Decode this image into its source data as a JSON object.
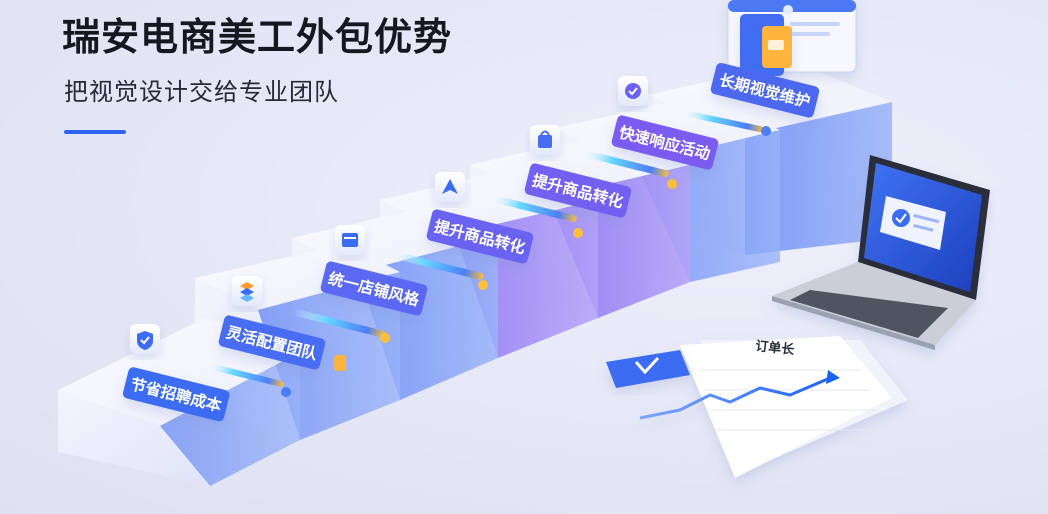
{
  "header": {
    "title": "瑞安电商美工外包优势",
    "subtitle": "把视觉设计交给专业团队"
  },
  "colors": {
    "accent": "#2e64f0",
    "label_blue": "#3a6cf2",
    "label_violet": "#7a5cf0",
    "cube_top": "#f4f5fd",
    "cube_front": "#dfe3f6",
    "chart_line": "#2f7cf6"
  },
  "steps": [
    {
      "label": "节省招聘成本",
      "icon": "shield-check-icon",
      "color": "#3a6cf2"
    },
    {
      "label": "灵活配置团队",
      "icon": "layers-icon",
      "color": "#4a6df2"
    },
    {
      "label": "统一店铺风格",
      "icon": "window-icon",
      "color": "#5a68f2"
    },
    {
      "label": "提升商品转化",
      "icon": "arrow-up-icon",
      "color": "#6a62f1"
    },
    {
      "label": "提升商品转化",
      "icon": "shopping-bag-icon",
      "color": "#735ef0"
    },
    {
      "label": "快速响应活动",
      "icon": "badge-check-icon",
      "color": "#7a5cf0"
    },
    {
      "label": "长期视觉维护",
      "icon": "",
      "color": "#4c68ef"
    }
  ],
  "document": {
    "title": "订单长"
  }
}
